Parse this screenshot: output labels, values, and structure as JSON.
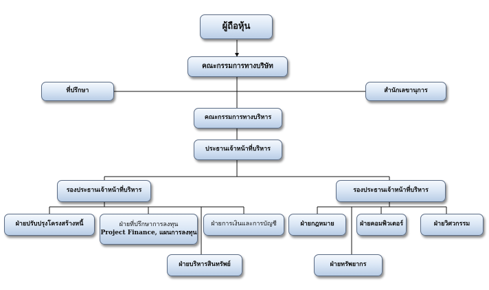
{
  "nodes": {
    "shareholders": "ผู้ถือหุ้น",
    "board_of_directors": "คณะกรรมการทางบริษัท",
    "advisor": "ที่ปรึกษา",
    "corporate_secretary": "สำนักเลขานุการ",
    "executive_committee": "คณะกรรมการทางบริหาร",
    "ceo": "ประธานเจ้าหน้าที่บริหาร",
    "deputy_ceo_left": "รองประธานเจ้าหน้าที่บริหาร",
    "deputy_ceo_right": "รองประธานเจ้าหน้าที่บริหาร",
    "debt_restructuring": "ฝ่ายปรับปรุงโครงสร้างหนี้",
    "investment_advisory_line1": "ฝ่ายที่ปรึกษาการลงทุน",
    "investment_advisory_line2": "Project Finance, แผนการลงทุน",
    "finance_accounting": "ฝ่ายการเงินและการบัญชี",
    "asset_management": "ฝ่ายบริหารสินทรัพย์",
    "legal": "ฝ่ายกฎหมาย",
    "computer": "ฝ่ายคอมพิวเตอร์",
    "engineering": "ฝ่ายวิศวกรรม",
    "human_resources": "ฝ่ายทรัพยากร"
  }
}
